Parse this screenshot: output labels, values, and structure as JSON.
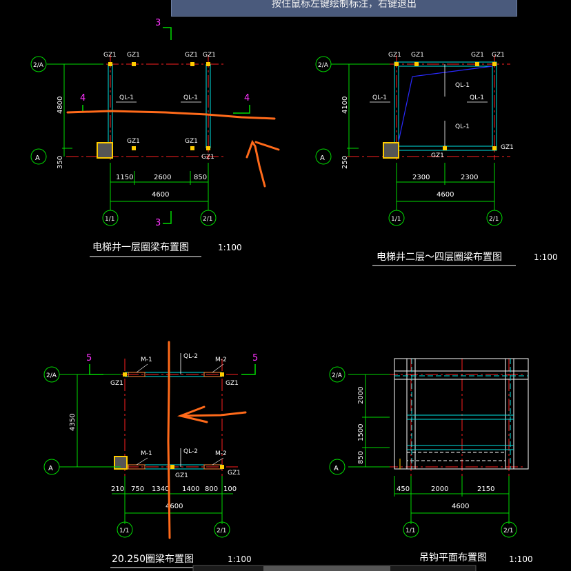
{
  "command_tip": "按住鼠标左键绘制标注，右键退出",
  "colors": {
    "background": "#000000",
    "axis": "#ff2020",
    "grid": "#00dd00",
    "beam": "#00e5e5",
    "column": "#ffcc00",
    "annotation": "#ff6a1a",
    "section": "#ff33ff",
    "blue": "#2a2aff"
  },
  "axes": {
    "a2": "2/A",
    "a": "A",
    "c1": "1/1",
    "c2": "2/1"
  },
  "plan1": {
    "title": "电梯井一层圈梁布置图",
    "scale": "1:100",
    "dims_bottom": [
      "1150",
      "2600",
      "850"
    ],
    "dim_total": "4600",
    "dims_left": [
      "4800",
      "350"
    ],
    "columns": [
      "GZ1",
      "GZ1",
      "GZ1",
      "GZ1",
      "GZ1",
      "GZ1"
    ],
    "beams": [
      "QL-1",
      "QL-1"
    ],
    "section_labels": [
      "3",
      "3",
      "4",
      "4"
    ]
  },
  "plan2": {
    "title": "电梯井二层～四层圈梁布置图",
    "scale": "1:100",
    "dims_bottom": [
      "2300",
      "2300"
    ],
    "dim_total": "4600",
    "dims_left": [
      "4100",
      "250"
    ],
    "columns": [
      "GZ1",
      "GZ1",
      "GZ1",
      "GZ1",
      "GZ1",
      "GZ1"
    ],
    "beams": [
      "QL-1",
      "QL-1",
      "QL-1",
      "QL-1"
    ]
  },
  "plan3": {
    "title": "20.250圈梁布置图",
    "scale": "1:100",
    "dims_bottom": [
      "210",
      "750",
      "1340",
      "1400",
      "800",
      "100"
    ],
    "dim_total": "4600",
    "dims_left": [
      "4350"
    ],
    "columns": [
      "GZ1",
      "GZ1",
      "GZ1",
      "GZ1"
    ],
    "beams": [
      "QL-2",
      "QL-2"
    ],
    "doors": [
      "M-1",
      "M-2",
      "M-1",
      "M-2"
    ],
    "section_labels": [
      "5",
      "5"
    ]
  },
  "plan4": {
    "title": "吊钩平面布置图",
    "scale": "1:100",
    "dims_bottom": [
      "450",
      "2000",
      "2150"
    ],
    "dim_total": "4600",
    "dims_left": [
      "2000",
      "1500",
      "850"
    ]
  }
}
